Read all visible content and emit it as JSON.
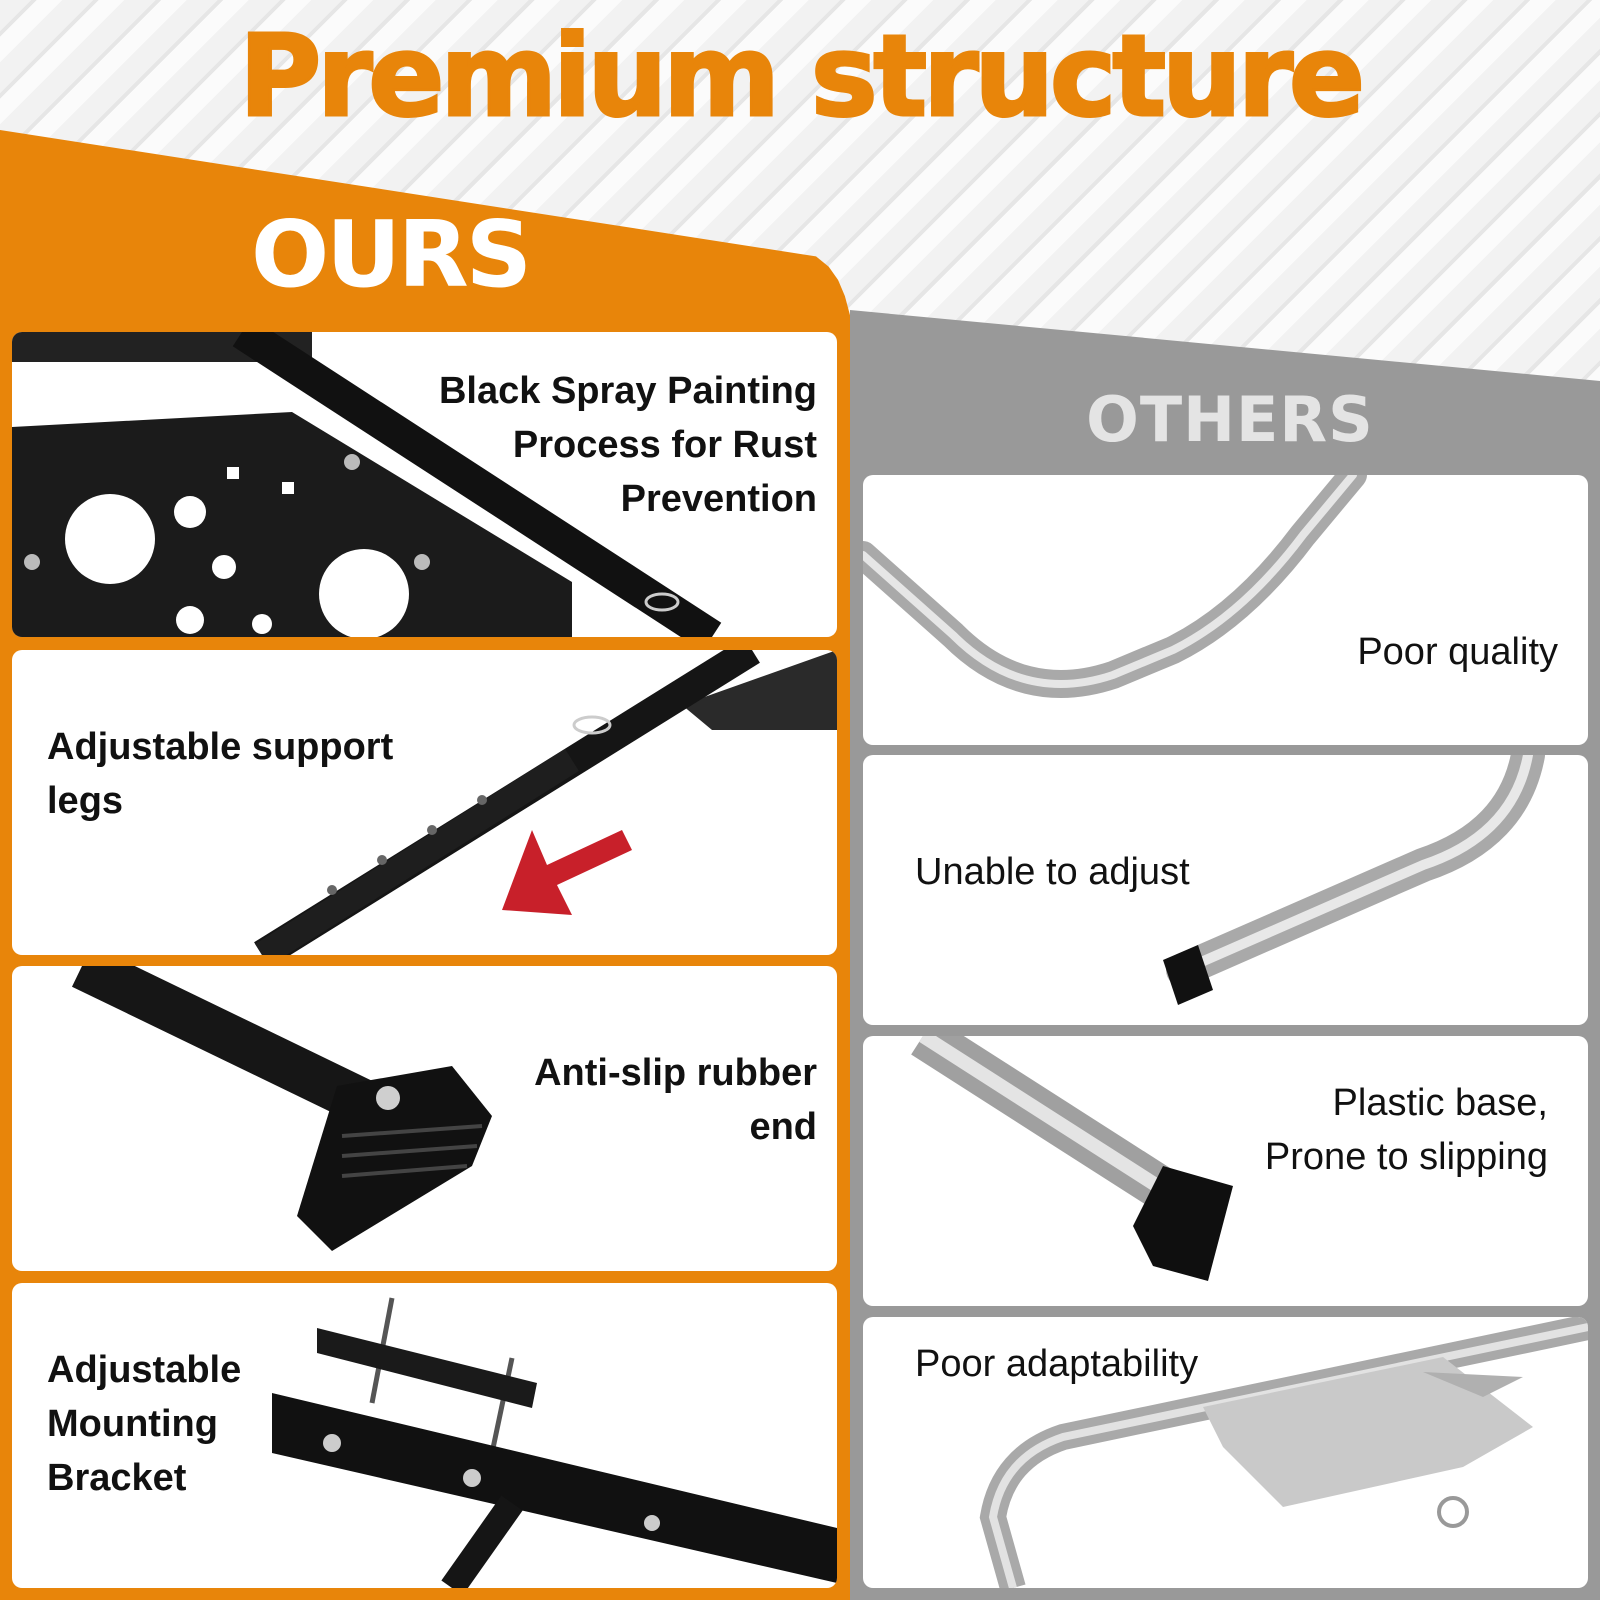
{
  "header": {
    "title": "Premium structure"
  },
  "ours": {
    "label": "OURS",
    "color": "#e8850a",
    "features": [
      {
        "line1": "Black Spray Painting",
        "line2": "Process for Rust",
        "line3": "Prevention"
      },
      {
        "line1": "Adjustable support",
        "line2": "legs"
      },
      {
        "line1": "Anti-slip rubber",
        "line2": "end"
      },
      {
        "line1": "Adjustable",
        "line2": "Mounting",
        "line3": "Bracket"
      }
    ]
  },
  "others": {
    "label": "OTHERS",
    "color": "#999999",
    "features": [
      {
        "line1": "Poor quality"
      },
      {
        "line1": "Unable to adjust"
      },
      {
        "line1": "Plastic base,",
        "line2": "Prone to slipping"
      },
      {
        "line1": "Poor adaptability"
      }
    ]
  }
}
